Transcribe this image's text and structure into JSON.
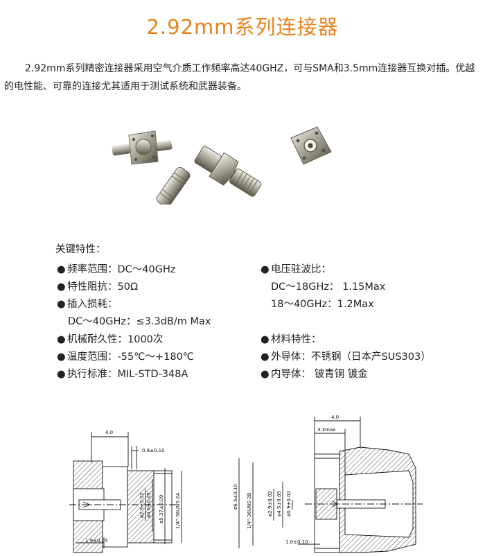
{
  "title": "2.92mm系列连接器",
  "intro": "2.92mm系列精密连接器采用空气介质工作频率高达40GHZ，可与SMA和3.5mm连接器互换对插。优越的电性能、可靠的连接尤其适用于测试系统和武器装备。",
  "features": {
    "heading": "关键特性：",
    "bullet": "●",
    "left": [
      "频率范围：DC～40GHz",
      "特性阻抗：50Ω",
      "插入损耗：",
      "DC～40GHz：≤3.3dB/m  Max",
      "机械耐久性：1000次",
      "温度范围：-55℃～+180℃",
      "执行标准：MIL-STD-348A"
    ],
    "right": [
      "电压驻波比：",
      "DC～18GHz：  1.15Max",
      "18～40GHz：1.2Max",
      "材料特性：",
      "外导体：不锈钢（日本产SUS303）",
      "内导体：  铍青铜  镀金"
    ]
  },
  "drawing_left": {
    "dim_top": "4.0",
    "dim_gap": "0.8±0.10",
    "dia_inner": "ø2.9±0.02",
    "dia_mid": "ø4.6±0.05",
    "dia_outer": "ø5.37±0.09",
    "thread": "1/4\"-36UNS-2A",
    "dim_bottom": "1.9±0.05"
  },
  "drawing_right": {
    "dim_top": "4.0",
    "dim_max": "3.3max",
    "dia_outer": "ø6.5±0.10",
    "thread": "1/4\"-36UNS-2B",
    "dia_a": "ø2.9±0.02",
    "dia_b": "ø4.5±0.05",
    "dia_c": "ø0.9±0.02",
    "dim_bottom": "1.0±0.10"
  },
  "colors": {
    "title": "#e9821e",
    "text": "#222222",
    "metal": "#b9b6a8"
  }
}
